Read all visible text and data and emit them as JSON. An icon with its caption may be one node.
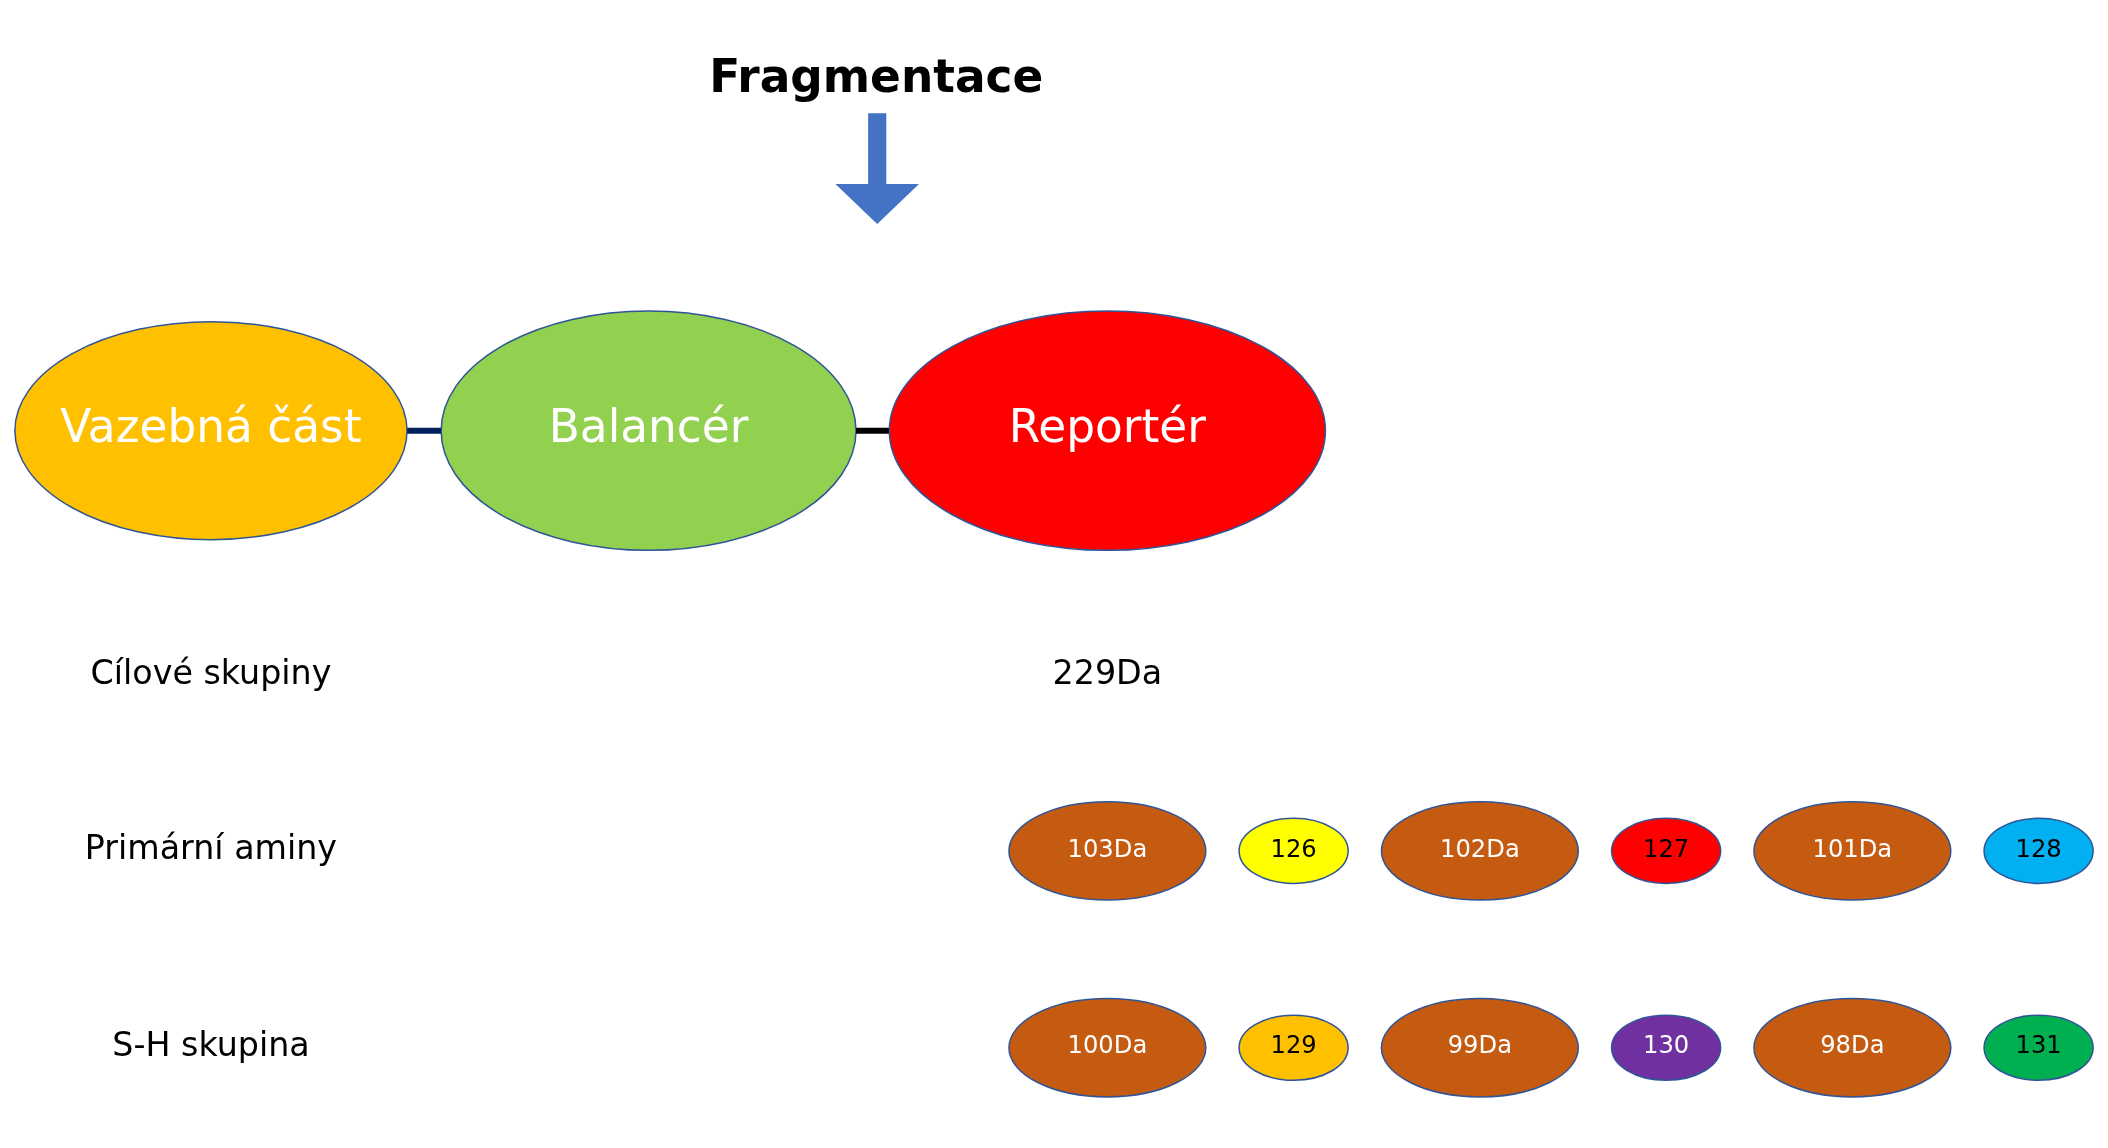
{
  "diagram": {
    "nodes": [
      {
        "text": [
          "Fragmentace"
        ]
      },
      {
        "text": [
          "Vazebná část"
        ]
      },
      {
        "text": [
          "Balancér"
        ]
      },
      {
        "text": [
          "Reportér"
        ]
      },
      {
        "text": [
          "103Da"
        ]
      },
      {
        "text": [
          "126"
        ]
      },
      {
        "text": [
          "102Da"
        ]
      },
      {
        "text": [
          "127"
        ]
      },
      {
        "text": [
          "101Da"
        ]
      },
      {
        "text": [
          "128"
        ]
      },
      {
        "text": [
          "100Da"
        ]
      },
      {
        "text": [
          "129"
        ]
      },
      {
        "text": [
          "99Da"
        ]
      },
      {
        "text": [
          "130"
        ]
      },
      {
        "text": [
          "98Da"
        ]
      },
      {
        "text": [
          "131"
        ]
      }
    ],
    "edges": [
      {
        "from": 0,
        "to": null,
        "arrow": "to",
        "style": "thick",
        "color": "#4472c4"
      },
      {
        "from": 1,
        "to": 2,
        "arrow": "none",
        "color": "#002060"
      },
      {
        "from": 2,
        "to": 3,
        "arrow": "none",
        "color": "#000000"
      }
    ],
    "labels": [
      "Cílové skupiny",
      "Primární aminy",
      "S-H skupina",
      "229Da"
    ]
  }
}
